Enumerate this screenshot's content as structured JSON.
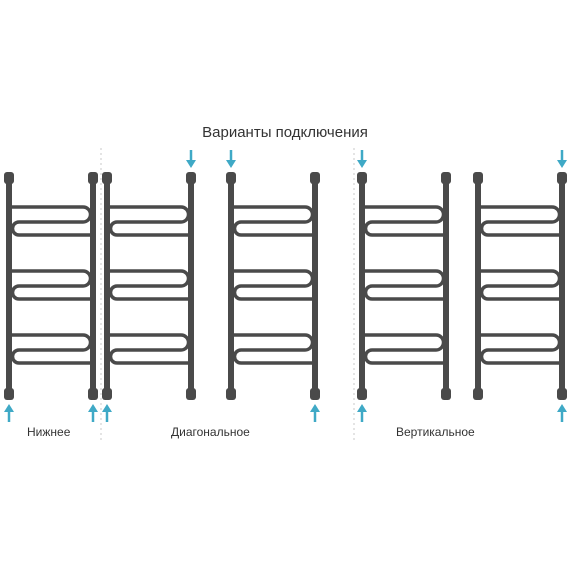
{
  "title": "Варианты подключения",
  "labels": {
    "bottom": "Нижнее",
    "diagonal": "Диагональное",
    "vertical": "Вертикальное"
  },
  "colors": {
    "frame": "#4a4a4a",
    "arrow": "#3fa9c6",
    "divider": "#c8c8c8",
    "text": "#333333"
  },
  "variants": [
    {
      "group": "bottom",
      "arrows": [
        "bottom-left",
        "bottom-right"
      ]
    },
    {
      "group": "diagonal",
      "arrows": [
        "bottom-left",
        "top-right"
      ]
    },
    {
      "group": "diagonal",
      "arrows": [
        "top-left",
        "bottom-right"
      ]
    },
    {
      "group": "vertical",
      "arrows": [
        "top-left",
        "bottom-left"
      ]
    },
    {
      "group": "vertical",
      "arrows": [
        "top-right",
        "bottom-right"
      ]
    }
  ]
}
